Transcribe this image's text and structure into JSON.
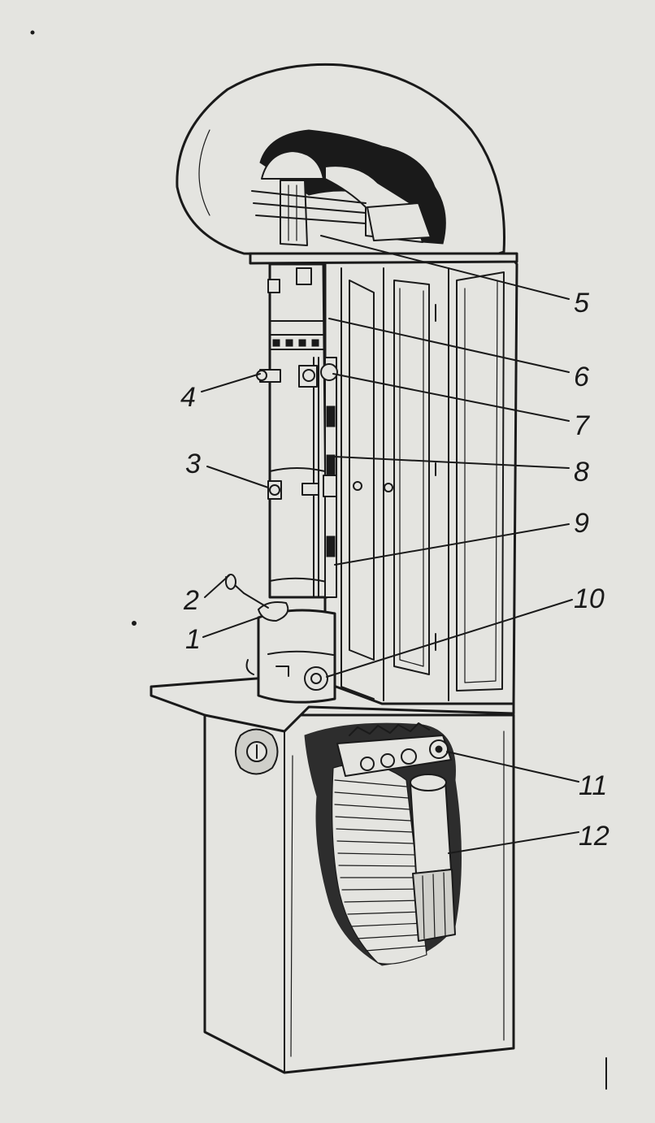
{
  "figure": {
    "labels": [
      {
        "id": "1",
        "text": "1"
      },
      {
        "id": "2",
        "text": "2"
      },
      {
        "id": "3",
        "text": "3"
      },
      {
        "id": "4",
        "text": "4"
      },
      {
        "id": "5",
        "text": "5"
      },
      {
        "id": "6",
        "text": "6"
      },
      {
        "id": "7",
        "text": "7"
      },
      {
        "id": "8",
        "text": "8"
      },
      {
        "id": "9",
        "text": "9"
      },
      {
        "id": "10",
        "text": "10"
      },
      {
        "id": "11",
        "text": "11"
      },
      {
        "id": "12",
        "text": "12"
      }
    ],
    "colors": {
      "ink": "#1a1a1a",
      "paper": "#e4e4e0"
    }
  }
}
